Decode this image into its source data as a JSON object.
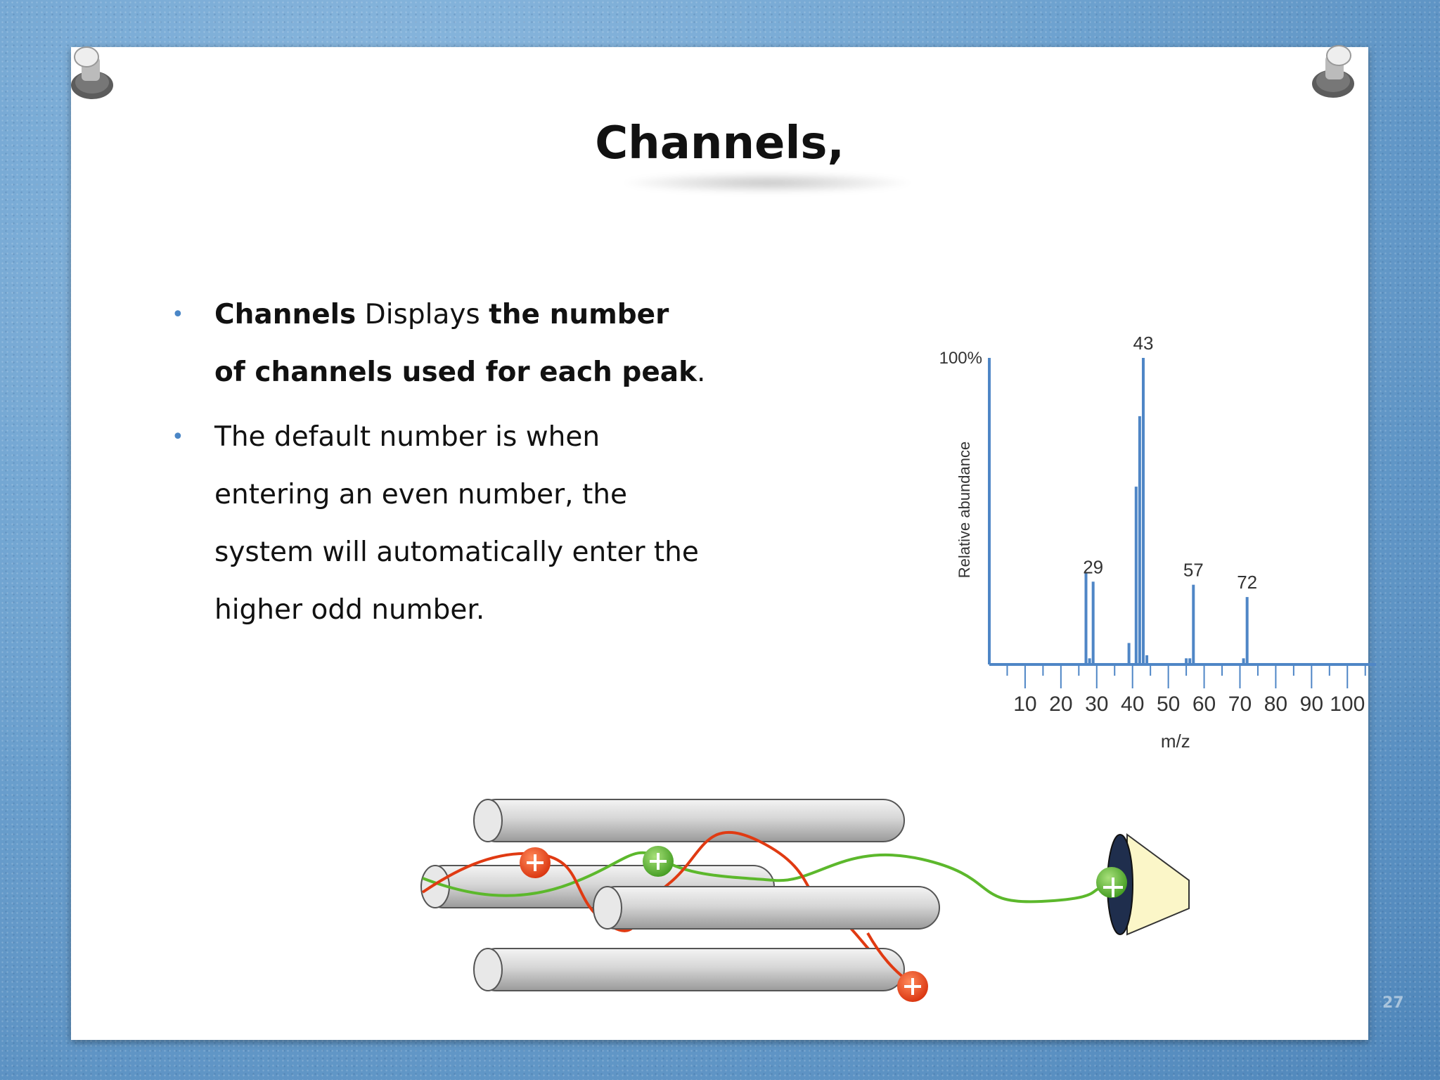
{
  "slide": {
    "title": "Channels,",
    "bullets": [
      {
        "parts": [
          {
            "text": "Channels",
            "bold": true
          },
          {
            "text": " Displays ",
            "bold": false
          },
          {
            "text": "the number of channels used for each peak",
            "bold": true
          },
          {
            "text": ".",
            "bold": false
          }
        ]
      },
      {
        "parts": [
          {
            "text": "The default number is when entering an even number, the system will automatically enter the higher odd number.",
            "bold": false
          }
        ]
      }
    ],
    "page_number": "27"
  },
  "chart_data": {
    "type": "bar",
    "ylabel": "Relative abundance",
    "xlabel": "m/z",
    "y_top_label": "100%",
    "x_ticks": [
      10,
      20,
      30,
      40,
      50,
      60,
      70,
      80,
      90,
      100
    ],
    "xlim": [
      0,
      108
    ],
    "ylim": [
      0,
      100
    ],
    "peaks": [
      {
        "x": 27,
        "y": 30
      },
      {
        "x": 28,
        "y": 2
      },
      {
        "x": 29,
        "y": 27,
        "label": "29"
      },
      {
        "x": 39,
        "y": 7
      },
      {
        "x": 41,
        "y": 58
      },
      {
        "x": 42,
        "y": 81
      },
      {
        "x": 43,
        "y": 100,
        "label": "43"
      },
      {
        "x": 44,
        "y": 3
      },
      {
        "x": 55,
        "y": 2
      },
      {
        "x": 56,
        "y": 2
      },
      {
        "x": 57,
        "y": 26,
        "label": "57"
      },
      {
        "x": 71,
        "y": 2
      },
      {
        "x": 72,
        "y": 22,
        "label": "72"
      }
    ],
    "bar_color": "#4f86c6"
  },
  "figure": {
    "name": "quadrupole mass filter diagram",
    "ion_colors": {
      "resonant": "#6abf3a",
      "non_resonant": "#e8431c"
    },
    "rod_color": "#d0d0d0",
    "detector_color": "#1f2e4d",
    "cone_color": "#fbf6c8"
  }
}
